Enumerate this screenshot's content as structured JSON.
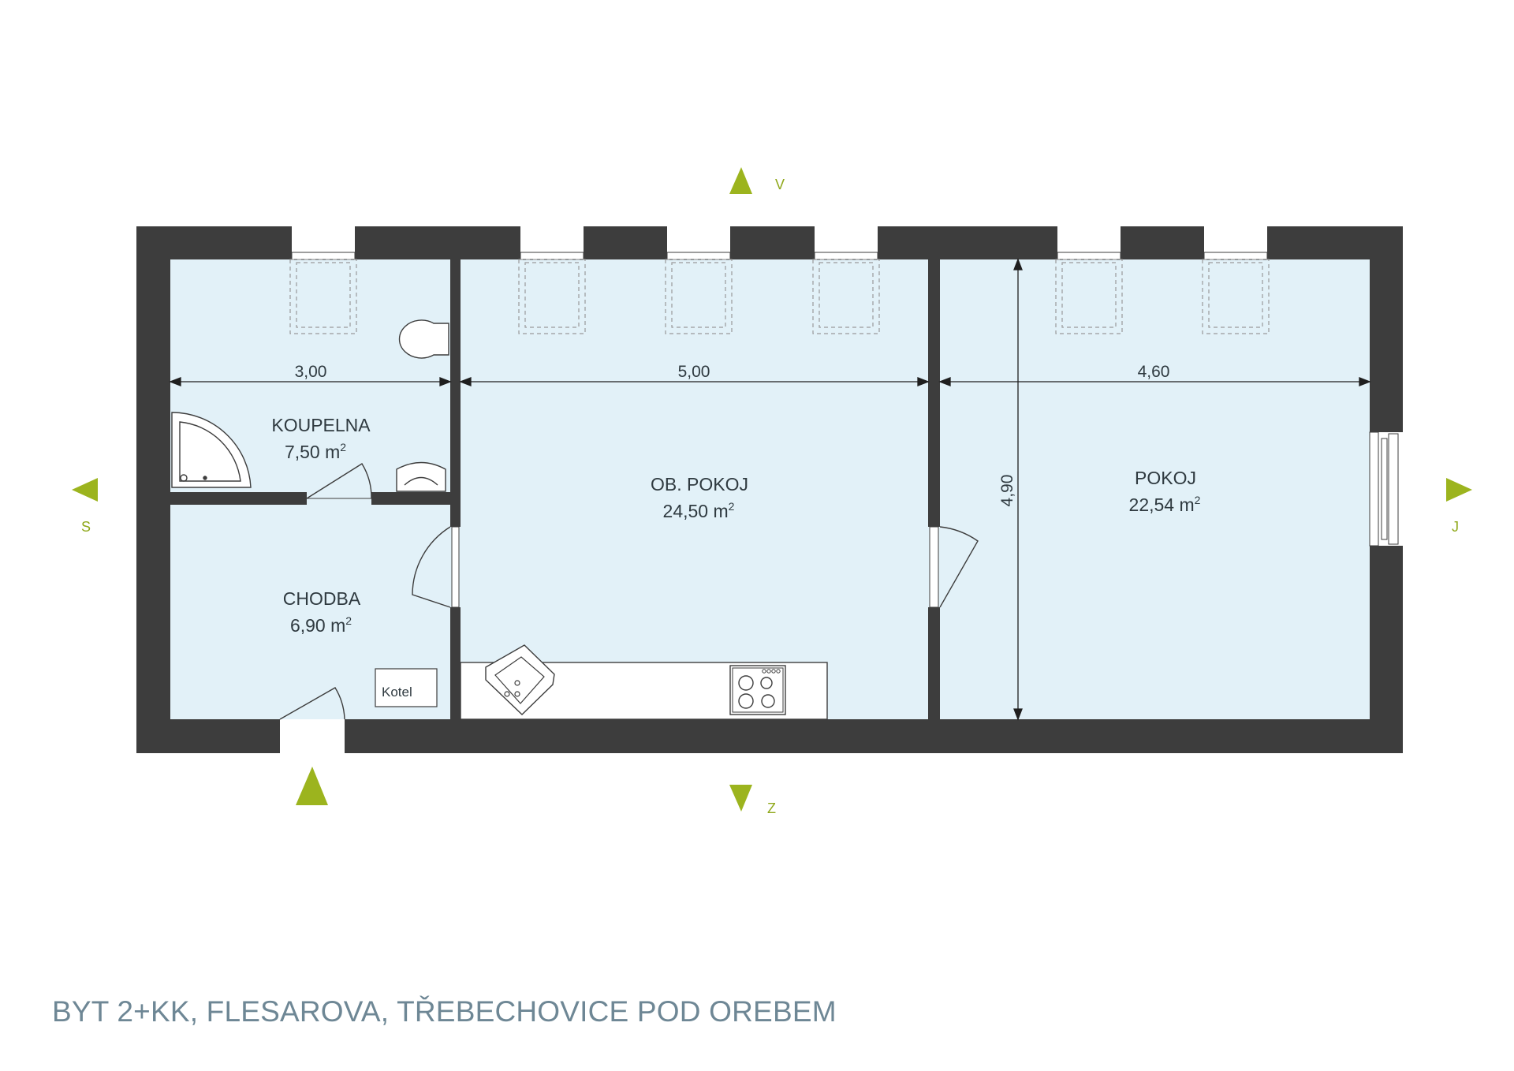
{
  "plan": {
    "caption": "BYT 2+KK, FLESAROVA, TŘEBECHOVICE POD OREBEM",
    "rooms": [
      {
        "name": "KOUPELNA",
        "area": "7,50 m",
        "area_sup": "2"
      },
      {
        "name": "CHODBA",
        "area": "6,90 m",
        "area_sup": "2"
      },
      {
        "name": "OB. POKOJ",
        "area": "24,50 m",
        "area_sup": "2"
      },
      {
        "name": "POKOJ",
        "area": "22,54 m",
        "area_sup": "2"
      }
    ],
    "dimensions": {
      "bath_width": "3,00",
      "living_width": "5,00",
      "room_width": "4,60",
      "depth": "4,90"
    },
    "fixtures": {
      "boiler": "Kotel"
    },
    "compass": {
      "north": "V",
      "south": "Z",
      "west": "S",
      "east": "J"
    }
  },
  "colors": {
    "wall": "#3d3d3d",
    "floor": "#e2f1f8",
    "accent": "#9cb41e",
    "text": "#2f3a40",
    "caption": "#6e8795"
  }
}
